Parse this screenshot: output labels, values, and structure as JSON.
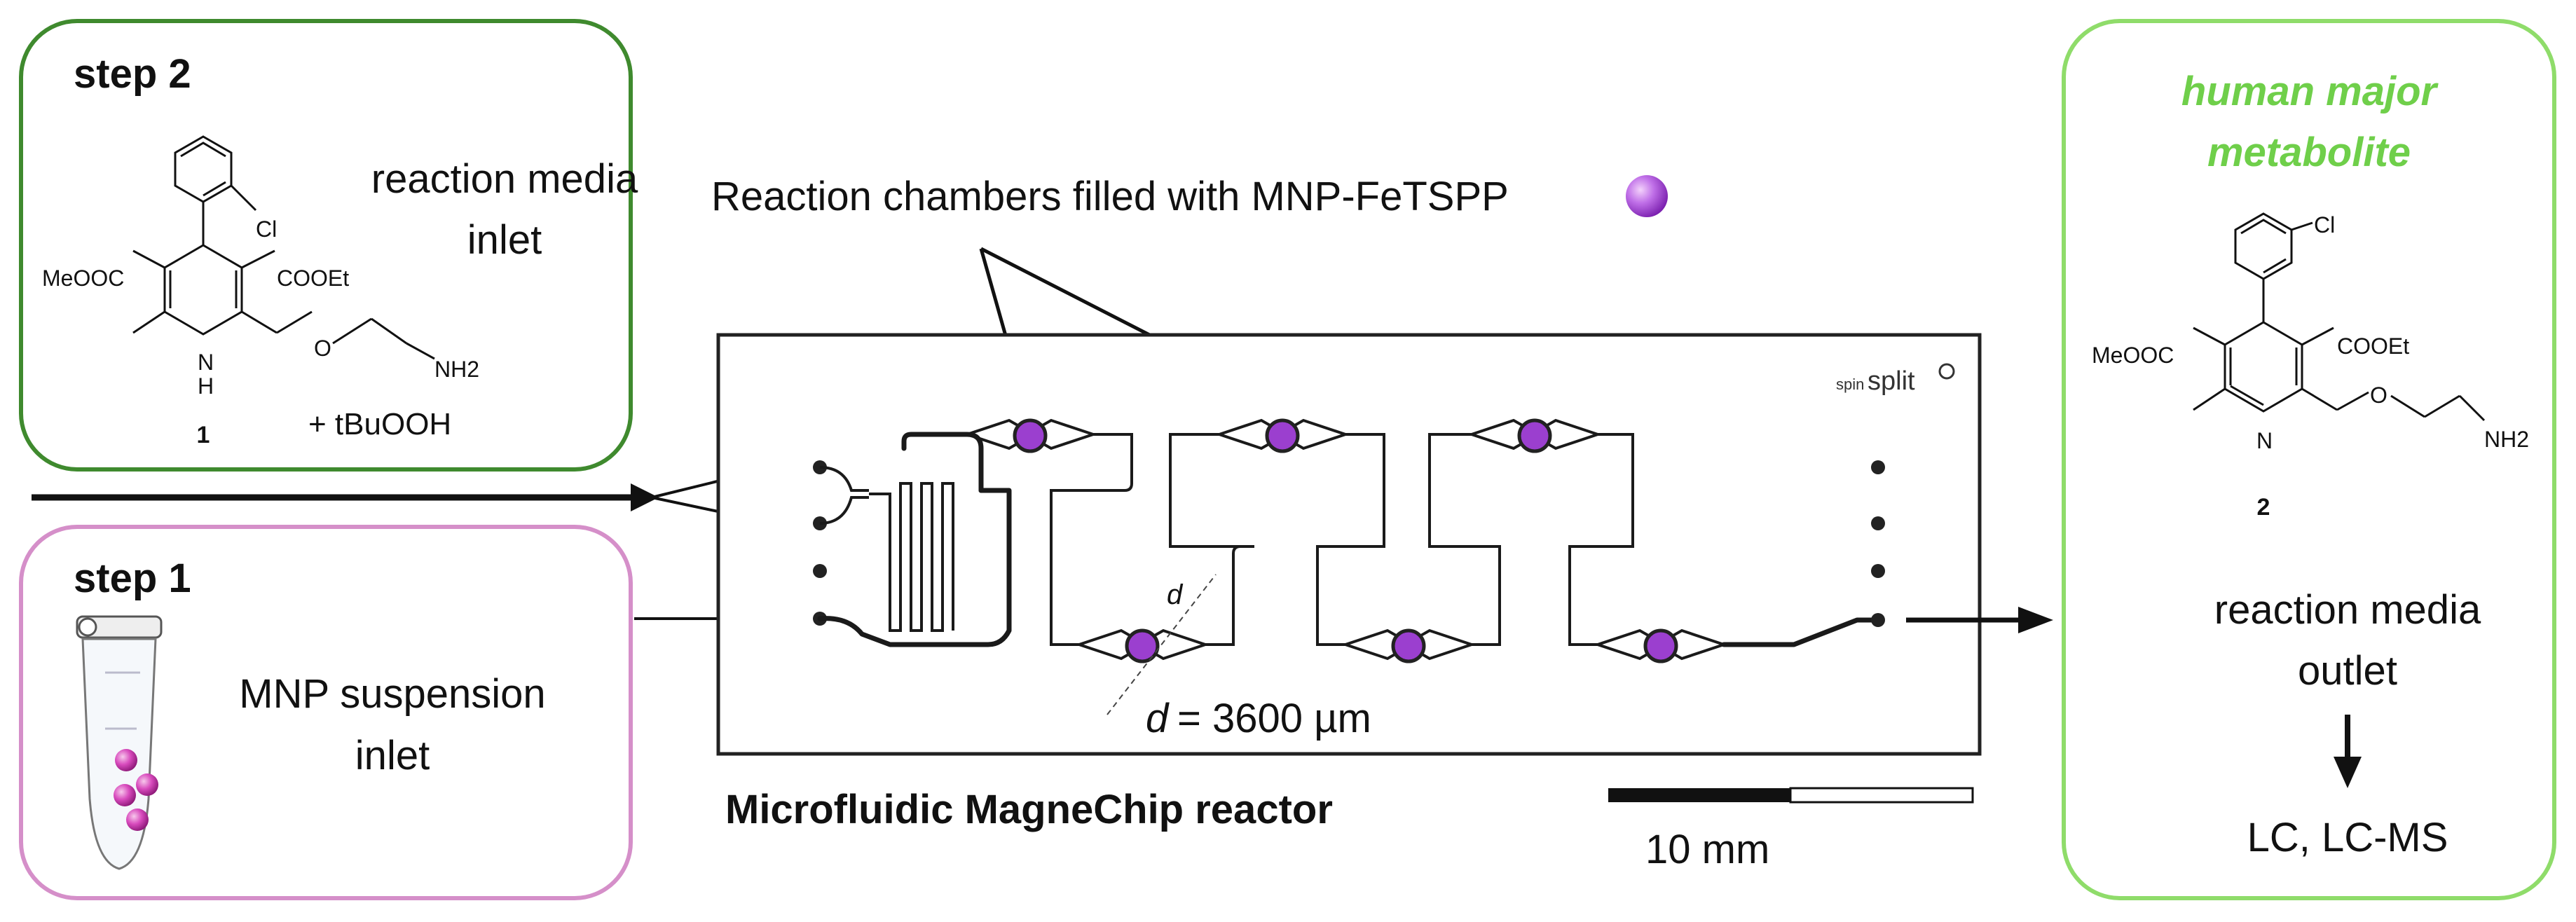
{
  "step2": {
    "title": "step 2",
    "label_line1": "reaction media",
    "label_line2": "inlet",
    "compound_number": "1",
    "oxidant": "+ tBuOOH",
    "structure_labels": {
      "cl": "Cl",
      "ester_left": "MeOOC",
      "ester_right": "COOEt",
      "nh": "N",
      "h": "H",
      "nh2": "NH2",
      "o": "O"
    },
    "border_color": "#3f8a2e"
  },
  "step1": {
    "title": "step 1",
    "label_line1": "MNP suspension",
    "label_line2": "inlet",
    "border_color": "#d58fc9",
    "bead_color": "#cc2fae"
  },
  "chip": {
    "chambers_caption": "Reaction chambers filled with MNP-FeTSPP",
    "brand": "spinsplit",
    "brand_prefix": "spin",
    "brand_suffix": "split",
    "dimension_symbol": "d",
    "dimension_text": "= 3600 µm",
    "title": "Microfluidic MagneChip reactor",
    "scale_label": "10 mm",
    "bead_color": "#9b3fcf"
  },
  "product": {
    "title_line1": "human major",
    "title_line2": "metabolite",
    "title_color": "#6fcf4a",
    "compound_number": "2",
    "structure_labels": {
      "cl": "Cl",
      "ester_left": "MeOOC",
      "ester_right": "COOEt",
      "n": "N",
      "nh2": "NH2",
      "o": "O"
    },
    "outlet_line1": "reaction media",
    "outlet_line2": "outlet",
    "analysis": "LC, LC-MS",
    "border_color": "#8fdc6a"
  }
}
